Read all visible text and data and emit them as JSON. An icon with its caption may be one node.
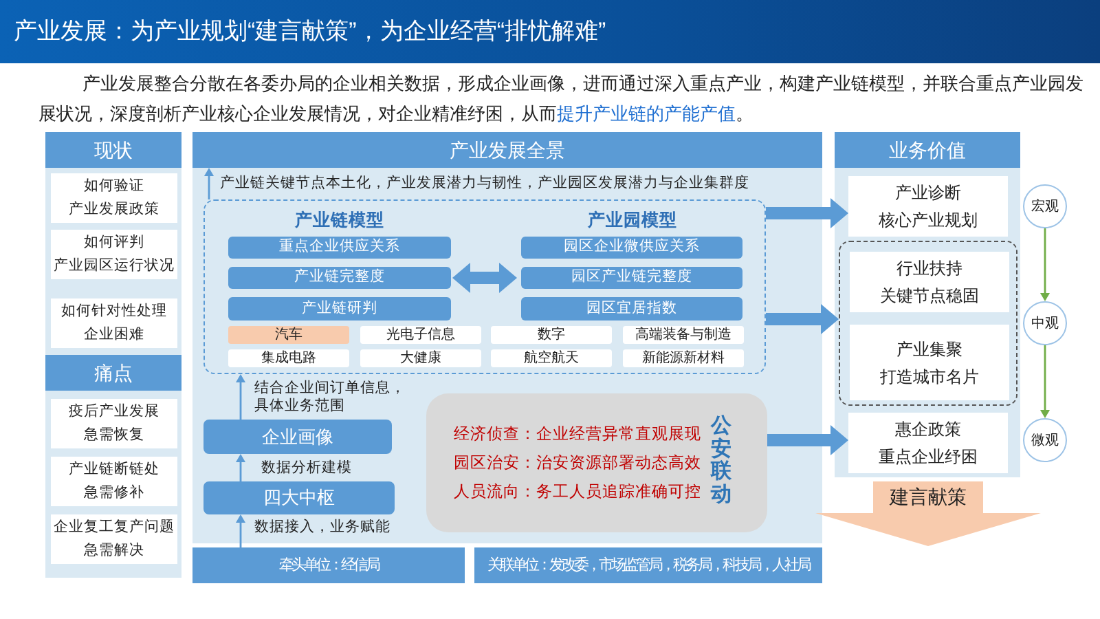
{
  "diagram": {
    "title": "产业发展：为产业规划“建言献策”，为企业经营“排忧解难”",
    "nodes": [
      {
        "text": [
          "现状"
        ]
      },
      {
        "text": [
          "如何验证",
          "产业发展政策"
        ]
      },
      {
        "text": [
          "如何评判",
          "产业园区运行状况"
        ]
      },
      {
        "text": [
          "如何针对性处理",
          "企业困难"
        ]
      },
      {
        "text": [
          "痛点"
        ]
      },
      {
        "text": [
          "疫后产业发展",
          "急需恢复"
        ]
      },
      {
        "text": [
          "产业链断链处",
          "急需修补"
        ]
      },
      {
        "text": [
          "企业复工复产问题",
          "急需解决"
        ]
      },
      {
        "text": [
          "产业发展全景"
        ]
      },
      {
        "text": [],
        "shape": "box"
      },
      {
        "text": [
          "产业链模型"
        ],
        "in": 9
      },
      {
        "text": [
          "重点企业供应关系"
        ],
        "in": 10
      },
      {
        "text": [
          "产业链完整度"
        ],
        "in": 10
      },
      {
        "text": [
          "产业链研判"
        ],
        "in": 10
      },
      {
        "text": [
          "产业园模型"
        ],
        "in": 9
      },
      {
        "text": [
          "园区企业微供应关系"
        ],
        "in": 14
      },
      {
        "text": [
          "园区产业链完整度"
        ],
        "in": 14
      },
      {
        "text": [
          "园区宜居指数"
        ],
        "in": 14
      },
      {
        "text": [
          "汽车"
        ],
        "in": 9
      },
      {
        "text": [
          "光电子信息"
        ],
        "in": 9
      },
      {
        "text": [
          "数字"
        ],
        "in": 9
      },
      {
        "text": [
          "高端装备与制造"
        ],
        "in": 9
      },
      {
        "text": [
          "集成电路"
        ],
        "in": 9
      },
      {
        "text": [
          "大健康"
        ],
        "in": 9
      },
      {
        "text": [
          "航空航天"
        ],
        "in": 9
      },
      {
        "text": [
          "新能源新材料"
        ],
        "in": 9
      },
      {
        "text": [
          "企业画像"
        ]
      },
      {
        "text": [
          "四大中枢"
        ]
      },
      {
        "text": [
          "经济侦查：企业经营异常直观展现",
          "园区治安：治安资源部署动态高效",
          "人员流向：务工人员追踪准确可控",
          "公安联动"
        ]
      },
      {
        "text": [
          "牵头单位：经信局"
        ]
      },
      {
        "text": [
          "关联单位：发改委，市场监管局，税务局，科技局，人社局"
        ]
      },
      {
        "text": [
          "业务价值"
        ]
      },
      {
        "text": [
          "产业诊断",
          "核心产业规划"
        ]
      },
      {
        "text": [],
        "shape": "box"
      },
      {
        "text": [
          "行业扶持",
          "关键节点稳固"
        ],
        "in": 33
      },
      {
        "text": [
          "产业集聚",
          "打造城市名片"
        ],
        "in": 33
      },
      {
        "text": [
          "惠企政策",
          "重点企业纾困"
        ]
      },
      {
        "text": [
          "建言献策"
        ]
      },
      {
        "text": [
          "宏观"
        ]
      },
      {
        "text": [
          "中观"
        ]
      },
      {
        "text": [
          "微观"
        ]
      }
    ],
    "edges": [
      {
        "from": 9,
        "to": 8,
        "arrow": "to",
        "label": "产业链关键节点本土化，产业发展潜力与韧性，产业园区发展潜力与企业集群度"
      },
      {
        "from": 26,
        "to": 9,
        "arrow": "to",
        "label": "结合企业间订单信息，具体业务范围"
      },
      {
        "from": 27,
        "to": 26,
        "arrow": "to",
        "label": "数据分析建模"
      },
      {
        "from": 29,
        "to": 27,
        "arrow": "to",
        "label": "数据接入，业务赋能"
      },
      {
        "from": 10,
        "to": 14,
        "arrow": "both",
        "style": "thick"
      },
      {
        "from": 9,
        "to": 32,
        "arrow": "to",
        "style": "thick"
      },
      {
        "from": 9,
        "to": 33,
        "arrow": "to",
        "style": "thick"
      },
      {
        "from": 28,
        "to": 36,
        "arrow": "to",
        "style": "thick"
      },
      {
        "from": 38,
        "to": 39,
        "arrow": "to",
        "color": "#70ad47"
      },
      {
        "from": 39,
        "to": 40,
        "arrow": "to",
        "color": "#70ad47"
      }
    ],
    "labels": [
      "产业发展整合分散在各委办局的企业相关数据，形成企业画像，进而通过深入重点产业，构建产业链模型，并联合重点产业园发展状况，深度剖析产业核心企业发展情况，对企业精准纾困，从而**提升产业链的产能产值**。"
    ]
  }
}
